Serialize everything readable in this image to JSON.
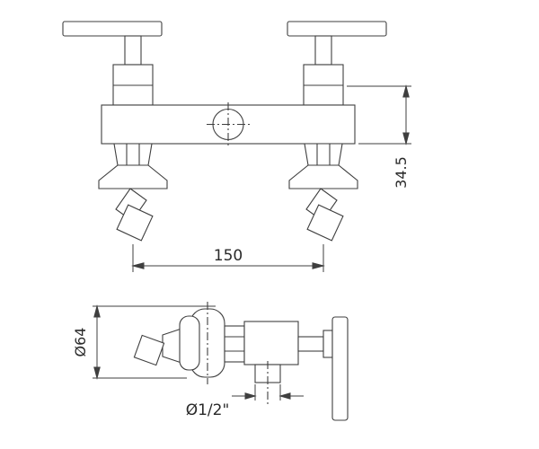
{
  "drawing": {
    "labels": {
      "center_distance": "150",
      "height": "34.5",
      "flange_diameter": "Ø64",
      "outlet_thread": "Ø1/2\""
    },
    "colors": {
      "line": "#3f3f3f",
      "text": "#2a2a2a",
      "background": "#ffffff"
    }
  }
}
